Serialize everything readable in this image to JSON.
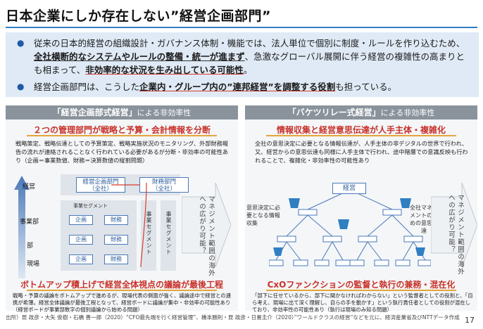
{
  "page": {
    "title": "日本企業にしか存在しない”経営企画部門”",
    "page_number": "17"
  },
  "summary": {
    "bullet1": {
      "pre": "従来の日本的経営の組織設計・ガバナンス体制・機能では、法人単位で個別に制度・ルールを作り込むため、",
      "em1": "全社横断的なシステムやルールの整備・統一が進まず",
      "mid": "、急激なグローバル展開に伴う経営の複雑性の高まりとも相まって、",
      "em2": "非効率的な状況を生み出している可能性",
      "post": "。"
    },
    "bullet2": {
      "pre": "経営企画部門は、こうした",
      "em1": "企業内・グループ内の”連邦経営”を調整する役割",
      "post": "も担っている。"
    }
  },
  "left_panel": {
    "header_main": "「経営企画部式経営」",
    "header_sub": "による非効率性",
    "top_title": "２つの管理部門が戦略と予算・会計情報を分断",
    "top_desc": "戦略策定、戦略伝達としての予算策定、戦略実施状況のモニタリング、外部財務報告の流れが連絡されることなく行われている必要があるが分断・非効率の可能性あり（企画＝事業数値、財務＝決算数値の縦割問題）",
    "level_top": "経営",
    "level_mid": "事業部",
    "level_bottom1": "部",
    "level_bottom2": "現場",
    "box_planning": "経営企画部門\n（全社）",
    "box_finance": "財務部門\n（全社）",
    "segment_header": "事業セグメント",
    "dept_planning": "企画",
    "dept_finance": "財務",
    "segment_vertical1": "事業セグメント",
    "segment_vertical2": "事業セグメント",
    "arrow_text": "マネジメント範囲の海外への広がり可能？",
    "bottom_title": "ボトムアップ積上げで経営全体視点の議論が最後工程",
    "bottom_desc": "戦略・予算の議論をボトムアップで進めるが、現場代表の側面が強く、議論途中で経営との連携が希薄。経営全体議論が最後工程となって、経営ボードに議論が集中・非効率の可能性あり（経営ボードが事業部数字の個別議論から始める問題）"
  },
  "right_panel": {
    "header_main": "「バケツリレー式経営」",
    "header_sub": "による非効率性",
    "top_title": "情報収集と経営意思伝達が人手主体・複雑化",
    "top_desc": "全社の意思決定に必要となる情報伝達が、人手主体の非デジタルの世界で行われ、又、経営からの意思伝達も同様に人手主体で行われ、途中階層での意識反映も行われることで、複雑化・非効率性の可能性あり",
    "node_top": "経営",
    "left_label": "意思決定に必要となる情報収集",
    "right_label": "全社マネジメントのための意思伝達",
    "arrow_text": "マネジメント範囲の海外への広がり可能？",
    "bottom_title": "CxOファンクションの監督と執行の兼務・混在化",
    "bottom_desc": "「部下に任せているから、部下に聞かなければわからない」という監督者としての役割と、「自ら考え、現場に出て深く理解し、自らの手を動かす」という執行責任者としての役割が混在しており、非効率性の可能性あり（執行は現場のみ知る問題）"
  },
  "footer": {
    "source": "出所）昆 政彦・大矢 俊樹・石橋 善一郎（2020）“CFO最先端を行く経営管理”、橋本勝則・昆 政彦・日置圭介（2020）”ワールドクラスの経営”などを元に、経済産業省及びNTTデータ作成"
  },
  "colors": {
    "accent_blue": "#2f7fc1",
    "summary_bg": "#dfeaf6",
    "panel_head": "#8a939c",
    "red_title": "#c8322a",
    "gold_bar": "#e4a63a"
  }
}
